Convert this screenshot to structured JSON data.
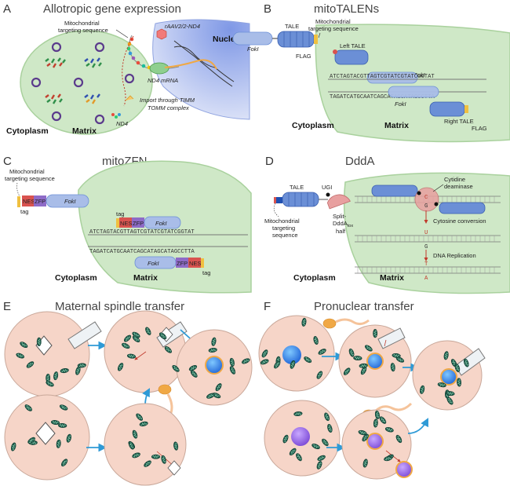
{
  "panels": {
    "A": {
      "letter": "A",
      "title": "Allotropic gene expression",
      "mts_label_1": "Mitochondrial",
      "mts_label_2": "targeting sequence",
      "raav_label": "rAAV2/2-ND4",
      "nucleus_label": "Nucleus",
      "mrna_label": "ND4 mRNA",
      "import_label_1": "Import through TIMM",
      "import_label_2": "TOMM complex",
      "protein_label": "ND4",
      "cytoplasm_label": "Cytoplasm",
      "matrix_label": "Matrix"
    },
    "B": {
      "letter": "B",
      "title": "mitoTALENs",
      "mts_label_1": "Mitochondrial",
      "mts_label_2": "targeting sequence",
      "foki_label": "FokI",
      "tale_label": "TALE",
      "flag_label": "FLAG",
      "left_tale_label": "Left TALE",
      "foki_top": "FokI",
      "foki_bottom": "FokI",
      "right_tale_label": "Right TALE",
      "flag_right": "FLAG",
      "seq_top": "ATCTAGTACGTTAGTCGTATCGTATCGGTAT",
      "seq_bottom": "TAGATCATGCAATCAGCATAGCATAGCCTTA",
      "cytoplasm_label": "Cytoplasm",
      "matrix_label": "Matrix"
    },
    "C": {
      "letter": "C",
      "title": "mitoZFN",
      "mts_label_1": "Mitochondrial",
      "mts_label_2": "targeting sequence",
      "nes_label": "NES",
      "zfp_label": "ZFP",
      "foki_label": "FokI",
      "tag_label": "tag",
      "tag_top": "tag",
      "nes_top": "NES",
      "zfp_top": "ZFP",
      "foki_top": "FokI",
      "foki_bottom": "FokI",
      "zfp_bottom": "ZFP",
      "nes_bottom": "NES",
      "tag_bottom": "tag",
      "seq_top": "ATCTAGTACGTTAGTCGTATCGTATCGGTAT",
      "seq_bottom": "TAGATCATGCAATCAGCATAGCATAGCCTTA",
      "cytoplasm_label": "Cytoplasm",
      "matrix_label": "Matrix"
    },
    "D": {
      "letter": "D",
      "title": "DddA",
      "tale_label": "TALE",
      "ugi_label": "UGI",
      "split_label_1": "Split-",
      "split_label_2": "DddA",
      "split_label_sub": "tox",
      "split_label_3": "half",
      "mts_label_1": "Mitochondrial",
      "mts_label_2": "targeting",
      "mts_label_3": "sequence",
      "deaminase_label_1": "Cytidine",
      "deaminase_label_2": "deaminase",
      "conversion_label": "Cytosine conversion",
      "replication_label": "DNA Replication",
      "base_c": "C",
      "base_g": "G",
      "base_u": "U",
      "base_g2": "G",
      "base_t": "T",
      "base_a": "A",
      "cytoplasm_label": "Cytoplasm",
      "matrix_label": "Matrix"
    },
    "E": {
      "letter": "E",
      "title": "Maternal spindle transfer"
    },
    "F": {
      "letter": "F",
      "title": "Pronuclear transfer"
    }
  },
  "colors": {
    "mito_fill": "#cfe8c7",
    "mito_stroke": "#a9d19d",
    "nucleus_fill": "#b8c6f0",
    "tale_blue": "#6b8fd6",
    "foki_fill": "#a9bde8",
    "nes_red": "#d9534f",
    "zfp_purple": "#8e6bc7",
    "egg_fill": "#f6d5c8",
    "egg_stroke": "#c9a89a",
    "pronucleus_blue": "#3a7fe0",
    "pronucleus_purple": "#9b6fe0",
    "arrow_blue": "#2e9ad6",
    "sperm_orange": "#f0a845"
  }
}
